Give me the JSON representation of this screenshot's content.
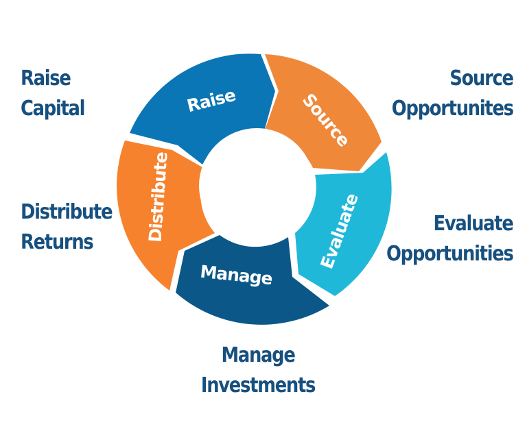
{
  "diagram": {
    "segments": [
      {
        "id": "raise",
        "label": "Raise",
        "color": "#0b76b5"
      },
      {
        "id": "source",
        "label": "Source",
        "color": "#f0883a"
      },
      {
        "id": "evaluate",
        "label": "Evaluate",
        "color": "#20b8d9"
      },
      {
        "id": "manage",
        "label": "Manage",
        "color": "#0b5888"
      },
      {
        "id": "distribute",
        "label": "Distribute",
        "color": "#f7822e"
      }
    ],
    "outer_labels": {
      "raise": [
        "Raise",
        "Capital"
      ],
      "source": [
        "Source",
        "Opportunites"
      ],
      "evaluate": [
        "Evaluate",
        "Opportunities"
      ],
      "manage": [
        "Manage",
        "Investments"
      ],
      "distribute": [
        "Distribute",
        "Returns"
      ]
    },
    "text_color": "#17507f"
  }
}
